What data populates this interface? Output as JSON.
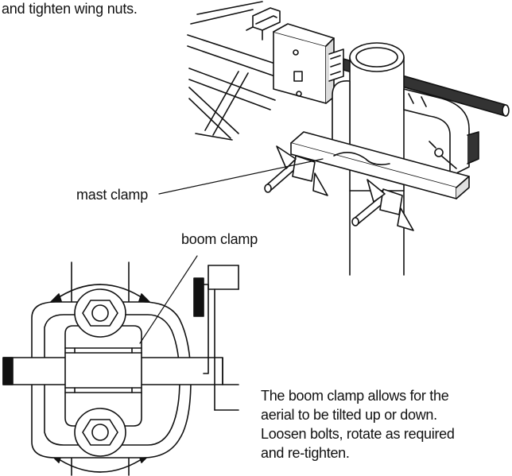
{
  "instructions": {
    "caption_top": "and tighten wing nuts.",
    "mast_clamp_label": "mast clamp",
    "boom_clamp_label": "boom clamp",
    "note_lines": [
      "The boom clamp allows for the",
      "aerial to be tilted up or down.",
      "Loosen bolts, rotate as required",
      "and re-tighten."
    ]
  }
}
